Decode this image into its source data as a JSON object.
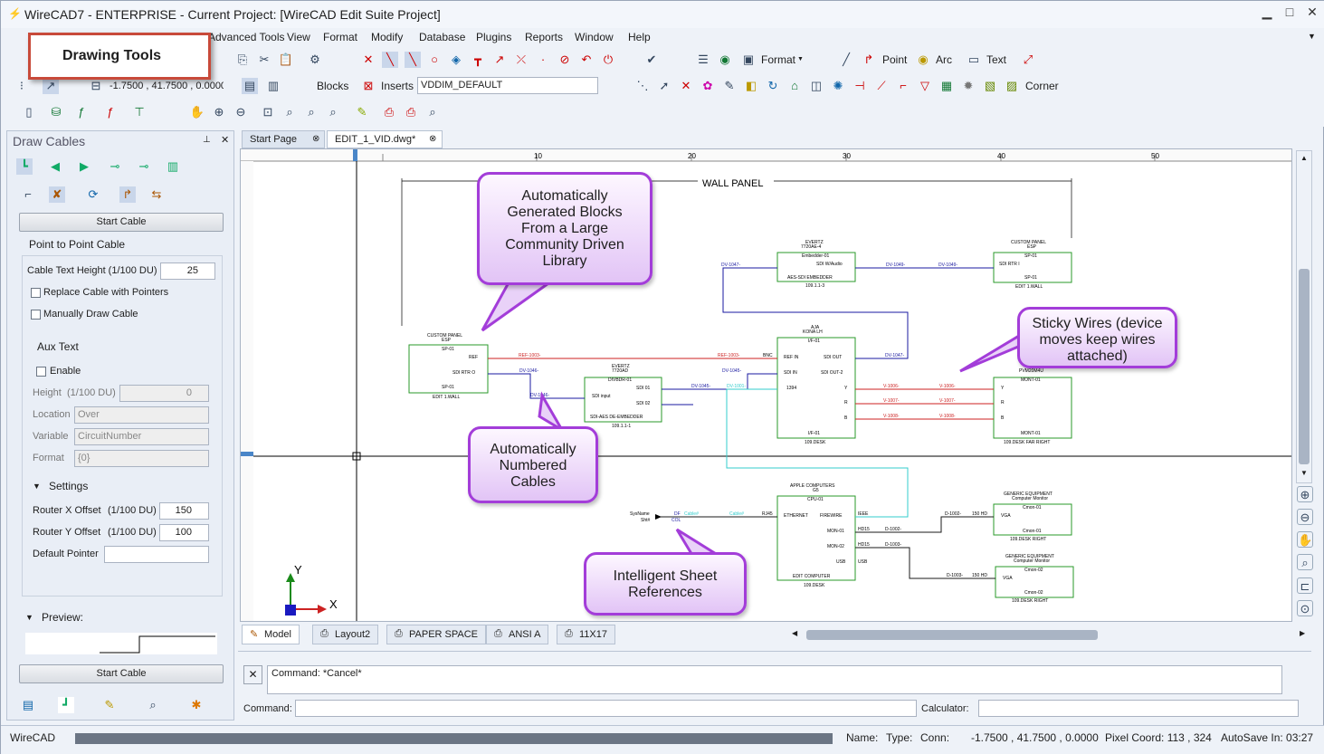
{
  "window": {
    "title": "WireCAD7 - ENTERPRISE - Current Project: [WireCAD Edit Suite Project]"
  },
  "menu": [
    "Advanced Tools",
    "View",
    "Format",
    "Modify",
    "Database",
    "Plugins",
    "Reports",
    "Window",
    "Help"
  ],
  "badge": "Drawing Tools",
  "toolbar": {
    "format_label": "Format",
    "point_label": "Point",
    "arc_label": "Arc",
    "text_label": "Text",
    "coords": "-1.7500 , 41.7500 , 0.0000",
    "blocks_label": "Blocks",
    "inserts_label": "Inserts",
    "inserts_value": "VDDIM_DEFAULT",
    "corner_label": "Corner"
  },
  "panel": {
    "title": "Draw Cables",
    "start_cable": "Start Cable",
    "mode": "Point to Point Cable",
    "cable_text_height_label": "Cable Text Height (1/100 DU)",
    "cable_text_height": "25",
    "replace_label": "Replace Cable with Pointers",
    "manual_label": "Manually Draw Cable",
    "aux_text": "Aux Text",
    "enable_label": "Enable",
    "height_label": "Height",
    "height_unit": "(1/100 DU)",
    "height_value": "0",
    "location_label": "Location",
    "location_value": "Over",
    "variable_label": "Variable",
    "variable_value": "CircuitNumber",
    "format_label": "Format",
    "format_value": "{0}",
    "settings_label": "Settings",
    "router_x_label": "Router X Offset",
    "router_x_unit": "(1/100 DU)",
    "router_x": "150",
    "router_y_label": "Router Y Offset",
    "router_y_unit": "(1/100 DU)",
    "router_y": "100",
    "default_pointer_label": "Default Pointer",
    "preview_label": "Preview:",
    "start_cable_2": "Start Cable"
  },
  "tabs": [
    "Start Page",
    "EDIT_1_VID.dwg*"
  ],
  "ruler": [
    "10",
    "20",
    "30",
    "40",
    "50"
  ],
  "drawing": {
    "wall_panel": "WALL PANEL",
    "blocks": {
      "custom_panel_left": {
        "title": "CUSTOM PANEL",
        "sub": "ESP",
        "top": "SP-01",
        "ref": "REF",
        "sdi": "SDI RTR O",
        "foot": "SP-01",
        "loc": "EDIT 1.WALL"
      },
      "evertz_top": {
        "title": "EVERTZ",
        "sub": "7720AE-4",
        "id": "Embedder-01",
        "p1": "SDI W/Audio",
        "p2": "AES-SDI EMBEDDER",
        "loc": "109.1.1-3"
      },
      "custom_panel_right": {
        "title": "CUSTOM PANEL",
        "sub": "ESP",
        "id": "SP-01",
        "p1": "SDI RTR I",
        "foot": "SP-01",
        "loc": "EDIT 1.WALL"
      },
      "evertz_mid": {
        "title": "EVERTZ",
        "sub": "7720AD",
        "id": "DIVBDR-01",
        "p1": "SDI 01",
        "p2": "SDI input",
        "p3": "SDI 02",
        "p4": "SDI-AES DE-EMBEDDER",
        "loc": "109.1.1-1"
      },
      "aja": {
        "title": "AJA",
        "sub": "KONA LH",
        "id": "I/F-01",
        "p1": "REF IN",
        "p2": "SDI OUT",
        "p3": "SDI IN",
        "p4": "SDI OUT-2",
        "p5": "1394",
        "p6": "Y",
        "p7": "R",
        "p8": "B",
        "foot": "I/F-01",
        "loc": "109.DESK"
      },
      "pvm": {
        "title": "PVM20M4U",
        "id": "MONT-01",
        "p1": "Y",
        "p2": "R",
        "p3": "B",
        "foot": "MONT-01",
        "loc": "109.DESK FAR RIGHT"
      },
      "apple": {
        "title": "APPLE COMPUTERS",
        "sub": "G5",
        "id": "CPU-01",
        "p1": "ETHERNET",
        "p2": "FIREWIRE",
        "p3": "MON-01",
        "p4": "MON-02",
        "p5": "USB",
        "foot": "EDIT COMPUTER",
        "loc": "109.DESK"
      },
      "generic1": {
        "title": "GENERIC EQUIPMENT",
        "sub": "Computer Monitor",
        "id": "Cmon-01",
        "p1": "VGA",
        "foot": "Cmon-01",
        "loc": "109.DESK RIGHT"
      },
      "generic2": {
        "title": "GENERIC EQUIPMENT",
        "sub": "Computer Monitor",
        "id": "Cmon-02",
        "p1": "VGA",
        "foot": "Cmon-02",
        "loc": "109.DESK RIGHT"
      }
    },
    "wires": {
      "ref1": "REF-1003-",
      "ref2": "REF-1003-",
      "dv1047a": "DV-1047-",
      "dv1049a": "DV-1049-",
      "dv1049b": "DV-1049-",
      "dv1047b": "DV-1047-",
      "dv1046a": "DV-1046-",
      "dv1046b": "DV-1046-",
      "dv1045a": "DV-1045-",
      "dv1045b": "DV-1045-",
      "dv1001": "DV-1001-",
      "v1006a": "V-1006-",
      "v1006b": "V-1006-",
      "v1007a": "V-1007-",
      "v1007b": "V-1007-",
      "v1008a": "V-1008-",
      "v1008b": "V-1008-",
      "sys": "SysName",
      "sheet": "Sht#",
      "cable_a": "Cable#",
      "cable_b": "Cable#",
      "df": "DF",
      "col": "COL",
      "d1002a": "D-1002-",
      "d1002b": "D-1002-",
      "d1003a": "D-1003-",
      "d1003b": "D-1003-",
      "hd150a": "150 HD",
      "hd150b": "150 HD",
      "hd15a": "HD15",
      "hd15b": "HD15",
      "rj45": "RJ45",
      "ieee": "IEEE",
      "usb": "USB",
      "bnc": "BNC"
    }
  },
  "callouts": {
    "blocks": "Automatically Generated Blocks From a Large Community Driven Library",
    "sticky": "Sticky Wires (device moves keep wires attached)",
    "numbered": "Automatically Numbered Cables",
    "sheet": "Intelligent Sheet References"
  },
  "axis": {
    "y": "Y",
    "x": "X"
  },
  "spacetabs": [
    "Model",
    "Layout2",
    "PAPER SPACE",
    "ANSI A",
    "11X17"
  ],
  "command": {
    "history": "Command: *Cancel*",
    "label": "Command:",
    "calc_label": "Calculator:"
  },
  "status": {
    "app": "WireCAD",
    "name": "Name:",
    "type": "Type:",
    "conn": "Conn:",
    "coords": "-1.7500 , 41.7500 , 0.0000",
    "pixel": "Pixel Coord: 113 , 324",
    "autosave": "AutoSave In: 03:27"
  }
}
